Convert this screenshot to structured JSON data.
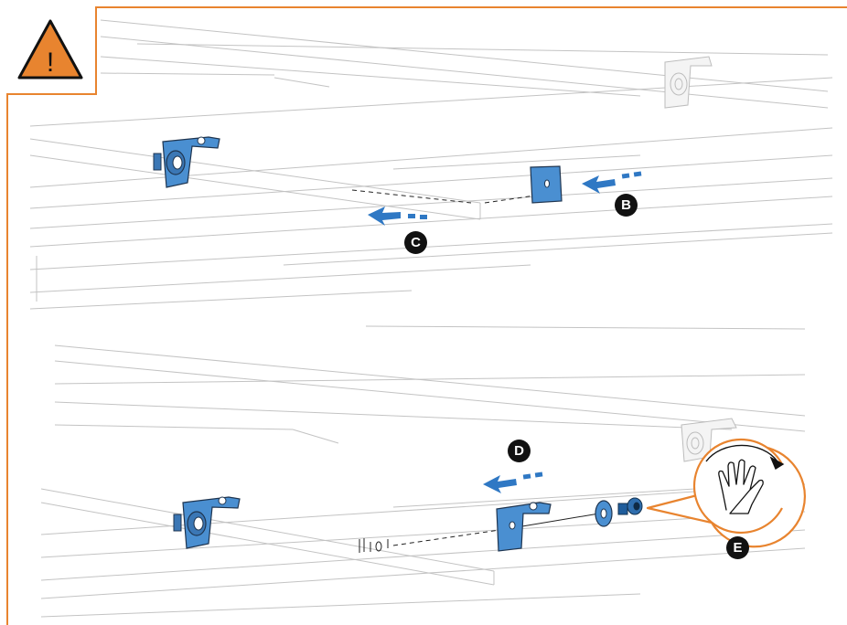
{
  "warning": {
    "icon": "warning-triangle-icon",
    "symbol": "!",
    "accent_color": "#e8842f"
  },
  "callouts": {
    "b": "B",
    "c": "C",
    "d": "D",
    "e": "E"
  },
  "colors": {
    "bracket": "#4a8fd1",
    "bracket_dark": "#1f5d9c",
    "arrow": "#2f78c4",
    "frame": "#e8842f",
    "line": "#b8b8b8"
  },
  "icons": {
    "arrows": "slide-arrow-icon",
    "hand": "hand-tighten-icon",
    "rotate": "rotate-clockwise-icon"
  }
}
